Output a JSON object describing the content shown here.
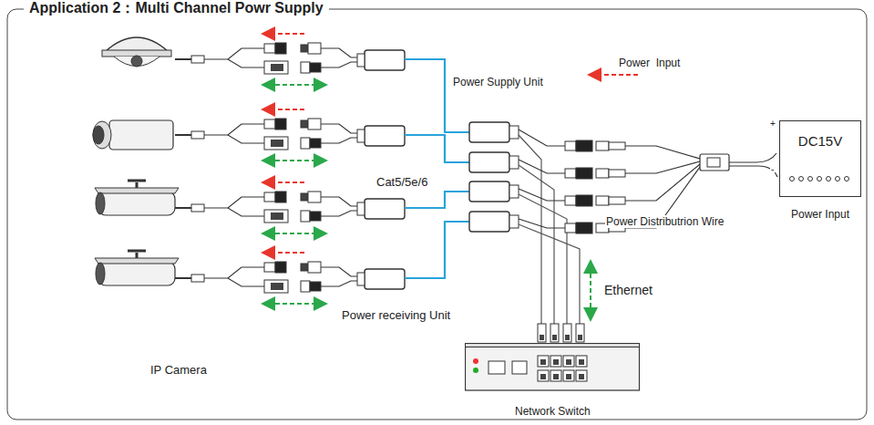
{
  "diagram": {
    "title": "Application 2：Multi Channel Powr Supply",
    "nodes": [
      {
        "text": [
          "DC15V",
          "Power Input"
        ]
      },
      {
        "text": [
          "Network Switch"
        ]
      }
    ],
    "labels": [
      "Power Supply Unit",
      "Power  Input",
      "Cat5/5e/6",
      "Power Distributrion Wire",
      "Ethernet",
      "Power receiving Unit",
      "IP Camera",
      "+",
      "-"
    ]
  }
}
